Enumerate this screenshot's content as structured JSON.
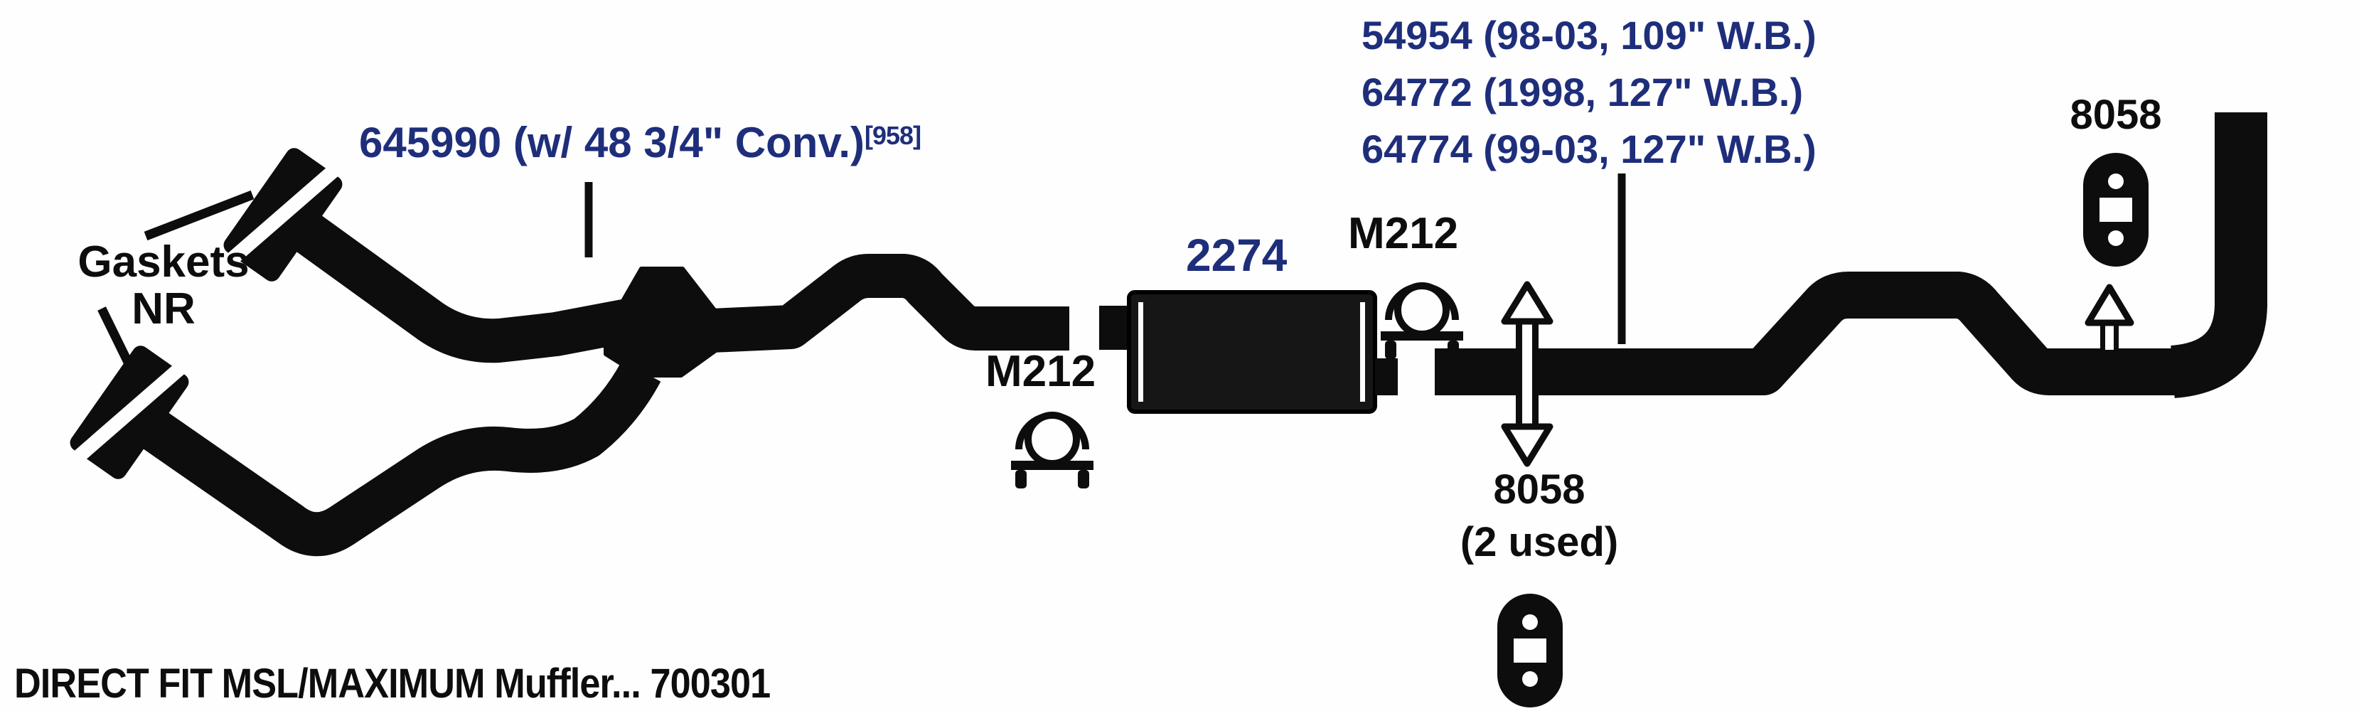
{
  "diagram_title": "Exhaust system parts diagram",
  "colors": {
    "part_number_blue": "#1e2e7b",
    "ink_black": "#0d0d0d",
    "background": "#fefefe"
  },
  "callouts": {
    "tailpipe_group": {
      "line1": "54954 (98-03, 109\" W.B.)",
      "line2": "64772 (1998, 127\" W.B.)",
      "line3": "64774 (99-03, 127\" W.B.)"
    },
    "front_pipe": {
      "text": "645990 (w/ 48 3/4\" Conv.)",
      "superscript": "[958]"
    },
    "gaskets": {
      "line1": "Gaskets",
      "line2": "NR"
    },
    "muffler": "2274",
    "clamp_at_muffler_inlet": "M212",
    "clamp_at_muffler_outlet": "M212",
    "hanger_right": "8058",
    "hanger_mid": {
      "line1": "8058",
      "line2": "(2 used)"
    },
    "footer": "DIRECT FIT MSL/MAXIMUM Muffler... 700301"
  },
  "icons": [
    "gasket-flange-icon",
    "catalytic-converter-icon",
    "muffler-icon",
    "u-bolt-clamp-icon",
    "exhaust-hanger-icon",
    "hanger-pin-arrow-icon"
  ]
}
